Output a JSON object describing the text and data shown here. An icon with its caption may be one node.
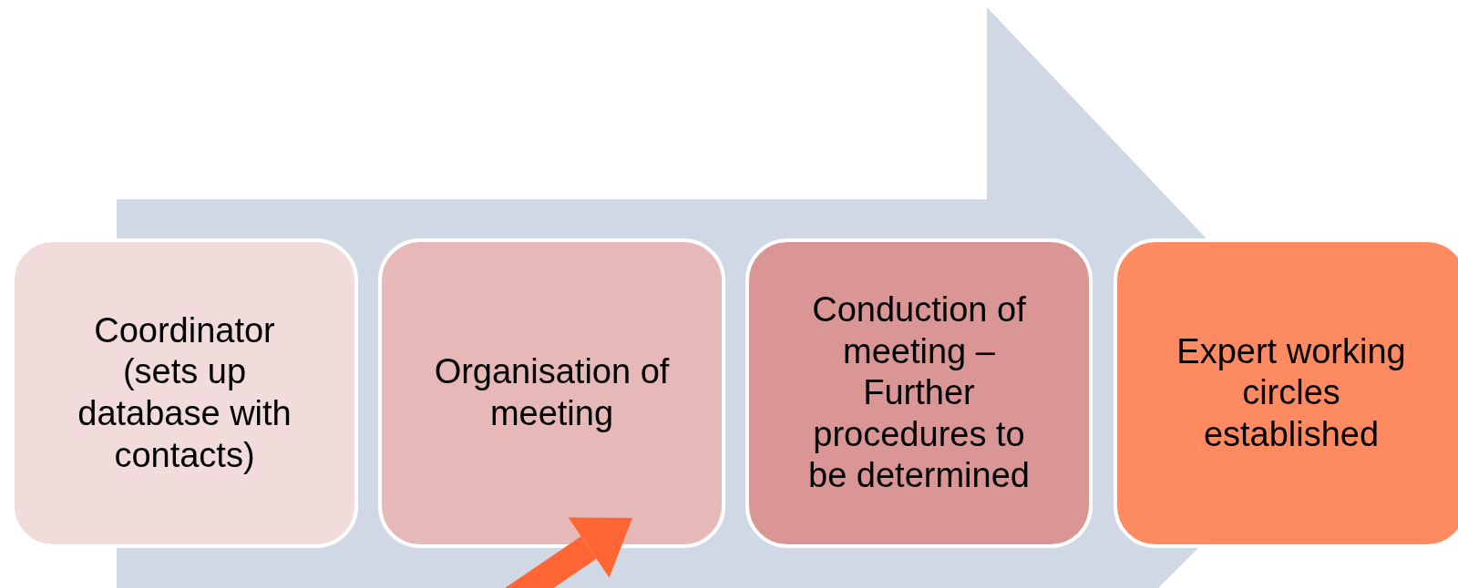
{
  "diagram": {
    "nodes": [
      {
        "text": [
          "Coordinator (sets up database with contacts)"
        ]
      },
      {
        "text": [
          "Organisation of meeting"
        ]
      },
      {
        "text": [
          "Conduction of meeting – Further procedures to be determined"
        ]
      },
      {
        "text": [
          "Expert working circles established"
        ]
      }
    ],
    "edges": [
      {
        "from": null,
        "to": 1,
        "arrow": "to"
      }
    ]
  }
}
